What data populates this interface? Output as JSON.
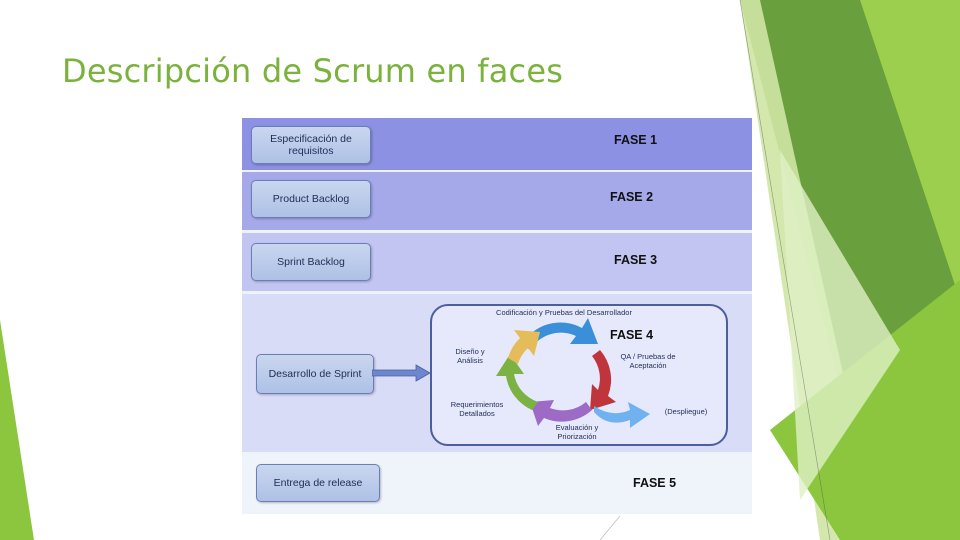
{
  "slide": {
    "title": "Descripción de Scrum en faces"
  },
  "diagram": {
    "rows": [
      {
        "box_label": "Especificación de requisitos",
        "phase": "FASE 1"
      },
      {
        "box_label": "Product Backlog",
        "phase": "FASE 2"
      },
      {
        "box_label": "Sprint Backlog",
        "phase": "FASE 3"
      },
      {
        "box_label": "Desarrollo de Sprint",
        "phase": "FASE 4"
      },
      {
        "box_label": "Entrega de release",
        "phase": "FASE 5"
      }
    ],
    "cycle": {
      "top_label": "Codificación y Pruebas del Desarrollador",
      "left_label": "Diseño y Análisis",
      "right_label": "QA / Pruebas de Aceptación",
      "bottom_left_label": "Requerimientos Detallados",
      "bottom_label": "Evaluación y Priorización",
      "exit_label": "(Despliegue)",
      "colors": {
        "blue": "#3a8fd8",
        "red": "#c0343b",
        "purple": "#9d6bc6",
        "green": "#7cb243",
        "yellow": "#e4bd5a",
        "light_blue": "#6fb2ef"
      }
    }
  },
  "colors": {
    "title": "#7ab23c",
    "decor_green_dark": "#5e9b2f",
    "decor_green_light": "#a8d65a"
  }
}
